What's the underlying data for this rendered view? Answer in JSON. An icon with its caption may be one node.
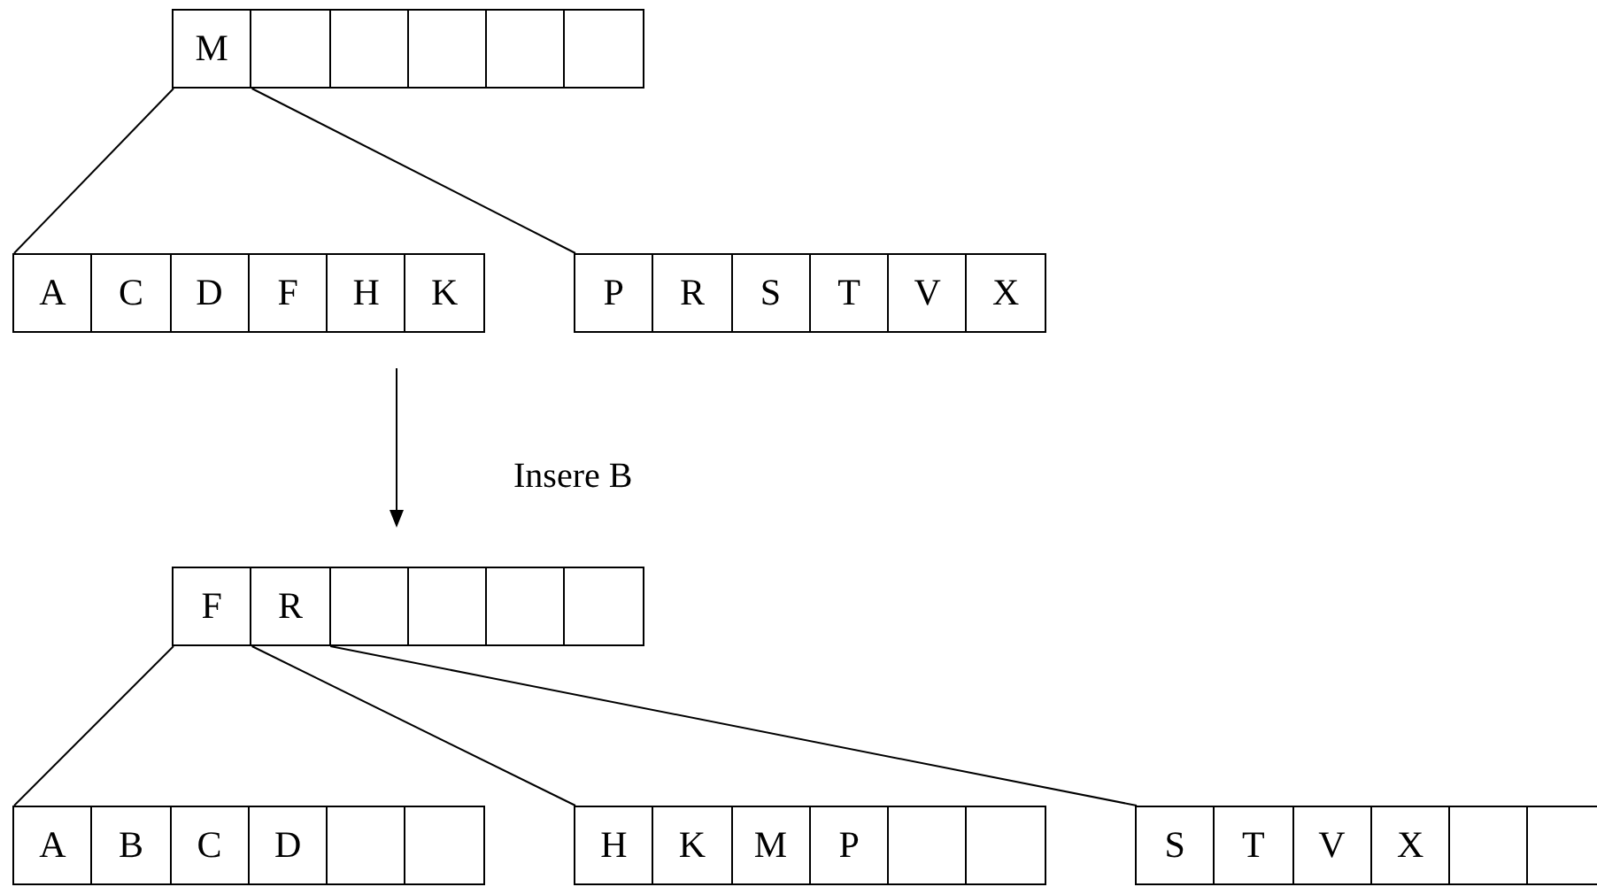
{
  "diagram": {
    "nodes": [
      {
        "text": [
          "M"
        ]
      },
      {
        "text": [
          "A",
          "C",
          "D",
          "F",
          "H",
          "K"
        ]
      },
      {
        "text": [
          "P",
          "R",
          "S",
          "T",
          "V",
          "X"
        ]
      },
      {
        "text": [
          "F",
          "R"
        ]
      },
      {
        "text": [
          "A",
          "B",
          "C",
          "D"
        ]
      },
      {
        "text": [
          "H",
          "K",
          "M",
          "P"
        ]
      },
      {
        "text": [
          "S",
          "T",
          "V",
          "X"
        ]
      }
    ],
    "edges": [
      {
        "from": 0,
        "to": 1,
        "arrow": "none"
      },
      {
        "from": 0,
        "to": 2,
        "arrow": "none"
      },
      {
        "from": 3,
        "to": 4,
        "arrow": "none"
      },
      {
        "from": 3,
        "to": 5,
        "arrow": "none"
      },
      {
        "from": 3,
        "to": 6,
        "arrow": "none"
      }
    ],
    "labels": [
      "Insere B"
    ]
  }
}
